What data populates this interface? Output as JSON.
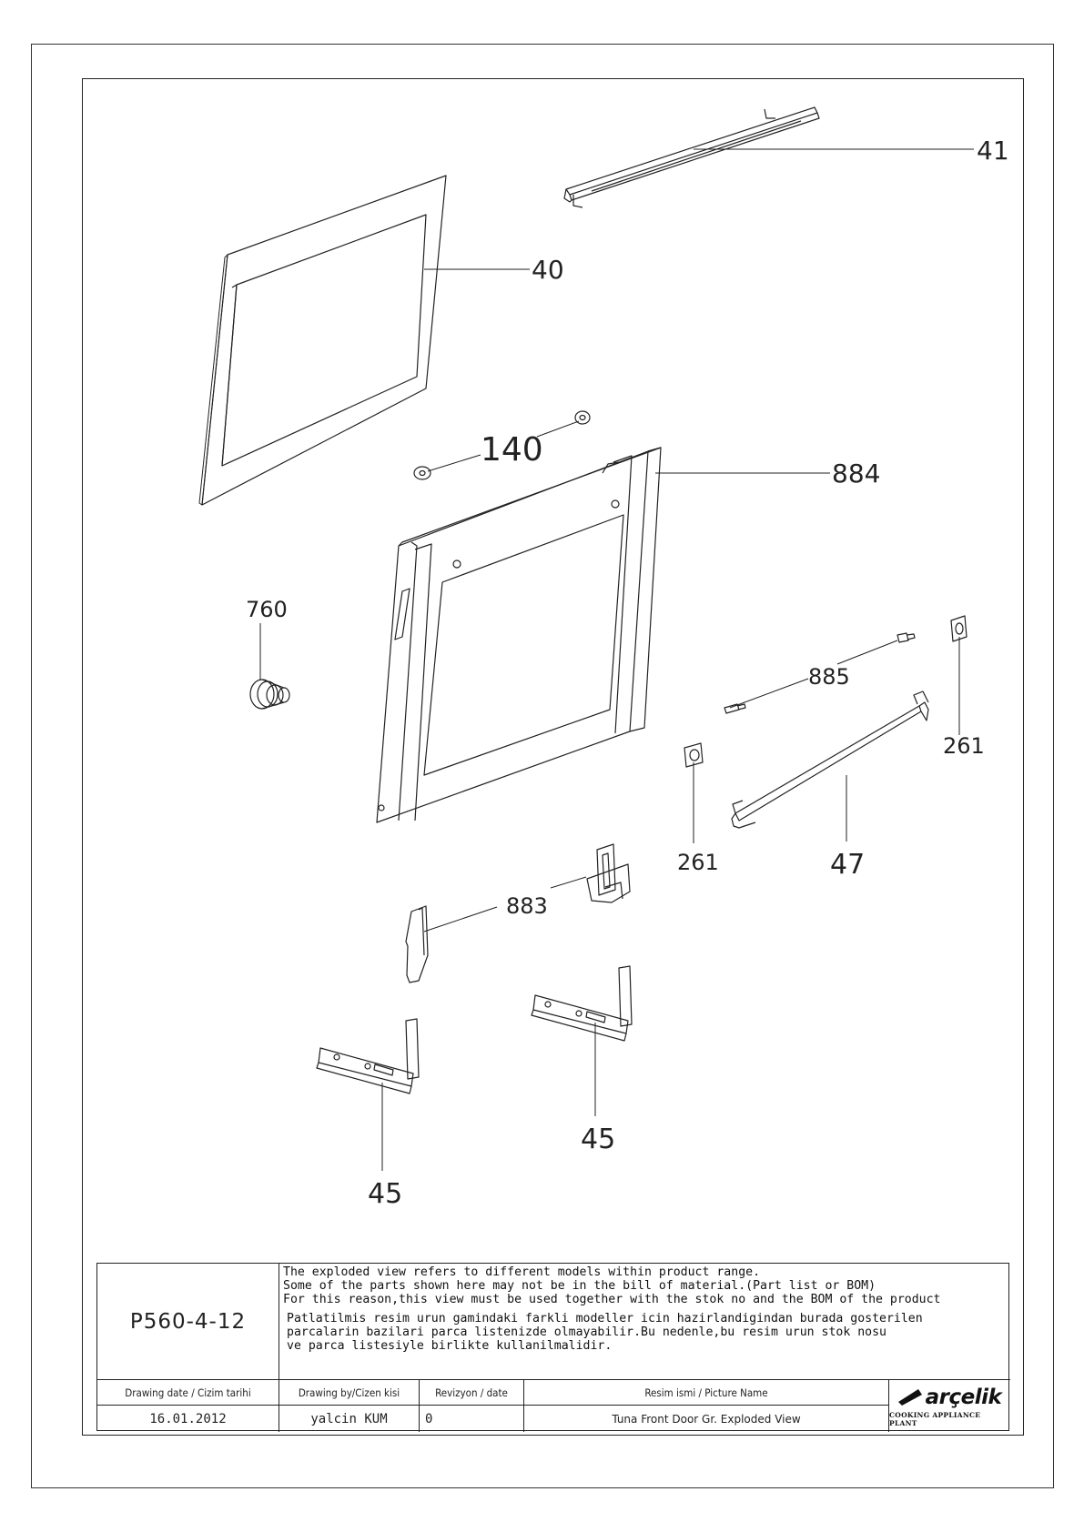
{
  "callouts": {
    "p41": "41",
    "p40": "40",
    "p140": "140",
    "p884": "884",
    "p760": "760",
    "p885": "885",
    "p261a": "261",
    "p261b": "261",
    "p47": "47",
    "p883": "883",
    "p45a": "45",
    "p45b": "45"
  },
  "title_block": {
    "drawing_code": "P560-4-12",
    "note_en": [
      "The exploded view refers to different models within product range.",
      "Some of the parts shown here may not be in the bill of material.(Part list or BOM)",
      "For this reason,this view must be used together with the stok no and the BOM of the product"
    ],
    "note_tr": [
      "Patlatilmis resim urun gamindaki farkli modeller icin hazirlandigindan burada gosterilen",
      "parcalarin bazilari parca listenizde olmayabilir.Bu nedenle,bu resim urun stok nosu",
      "ve parca listesiyle birlikte kullanilmalidir."
    ],
    "headers": {
      "date": "Drawing date / Cizim tarihi",
      "by": "Drawing by/Cizen kisi",
      "rev": "Revizyon / date",
      "name": "Resim ismi / Picture Name"
    },
    "values": {
      "date": "16.01.2012",
      "by": "yalcin KUM",
      "rev": "0",
      "name": "Tuna Front Door Gr. Exploded View"
    },
    "logo_text": "arçelik",
    "logo_subtext": "COOKING APPLIANCE PLANT"
  }
}
